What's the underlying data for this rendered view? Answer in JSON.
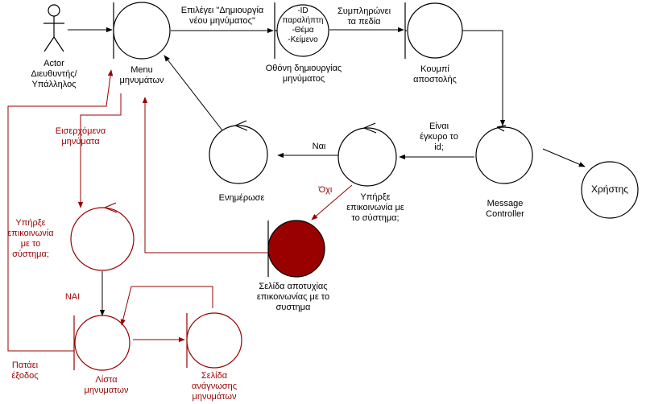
{
  "colors": {
    "black": "#000000",
    "red": "#990000",
    "fill_red": "#990000"
  },
  "actor": {
    "label": "Actor\nΔιευθυντής/\nΥπάλληλος"
  },
  "nodes": {
    "menu": "Menu\nμηνυμάτων",
    "create_screen": "Οθόνη δημιουργίας\nμηνύματος",
    "create_screen_fields": "-ID\nπαραλήπτη\n-Θέμα\n-Κείμενο",
    "send_button": "Κουμπί\nαποστολής",
    "message_controller": "Message\nController",
    "user": "Χρήστης",
    "connection_check": "Υπήρξε\nεπικοινωνία με\nτο σύστημα;",
    "update": "Ενημέρωσε",
    "failure_page": "Σελίδα αποτυχίας\nεπικοινωνίας με το\nσυστημα",
    "inbox_check": "Υπήρξε\nεπικοινωνία\nμε το\nσύστημα;",
    "message_list": "Λίστα\nμηνυματων",
    "read_page": "Σελίδα\nανάγνωσης\nμηνυμάτων"
  },
  "edges": {
    "select_create": "Επιλέγει \"Δημιουργία\nνέου μηνύματος\"",
    "fill_fields": "Συμπληρώνει\nτα πεδία",
    "valid_id": "Είναι\nέγκυρο το\nid;",
    "yes": "Ναι",
    "no": "Όχι",
    "incoming": "Εισερχόμενα\nμηνύματα",
    "yes_caps": "ΝΑΙ",
    "press_exit": "Πατάει\nέξοδος"
  }
}
